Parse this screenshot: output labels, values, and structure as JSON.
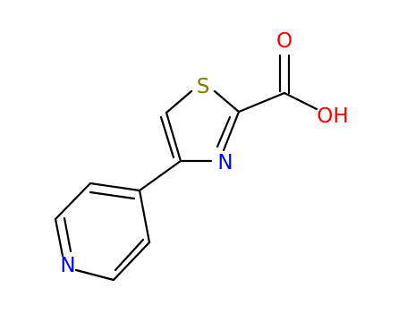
{
  "molecule": {
    "atoms": [
      {
        "id": "S1",
        "label": "S",
        "color": "#808000"
      },
      {
        "id": "N3",
        "label": "N",
        "color": "#0000ff"
      },
      {
        "id": "Npy",
        "label": "N",
        "color": "#0000ff"
      },
      {
        "id": "O_carbonyl",
        "label": "O",
        "color": "#ff0000"
      },
      {
        "id": "O_hydroxyl",
        "label": "OH",
        "color": "#ff0000"
      }
    ],
    "bond_color": "#000000"
  }
}
